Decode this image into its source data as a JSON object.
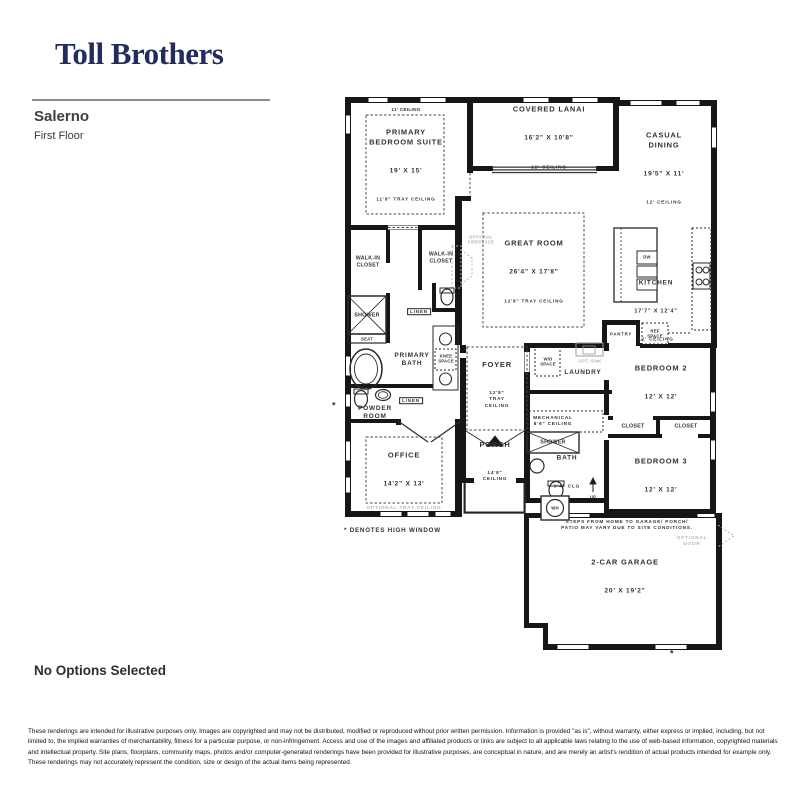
{
  "header": {
    "logo": "Toll Brothers",
    "plan_name": "Salerno",
    "floor_label": "First Floor"
  },
  "plan": {
    "rooms": {
      "primary_bedroom": {
        "name": "PRIMARY\nBEDROOM SUITE",
        "dims": "19' X 15'",
        "note": "11'8\" TRAY CEILING"
      },
      "covered_lanai": {
        "name": "COVERED LANAI",
        "dims": "16'2\" X 10'8\"",
        "note": "12' CEILING"
      },
      "casual_dining": {
        "name": "CASUAL\nDINING",
        "dims": "19'5\" X 11'",
        "note": "12' CEILING"
      },
      "great_room": {
        "name": "GREAT ROOM",
        "dims": "26'4\" X 17'8\"",
        "note": "12'8\" TRAY CEILING"
      },
      "kitchen": {
        "name": "KITCHEN",
        "dims": "17'7\" X 12'4\"",
        "note": "12' CEILING"
      },
      "office": {
        "name": "OFFICE",
        "dims": "14'2\" X 13'"
      },
      "foyer": {
        "name": "FOYER",
        "note": "12'8\"\nTRAY\nCEILING"
      },
      "porch": {
        "name": "PORCH",
        "note": "14'8\"\nCEILING"
      },
      "laundry": {
        "name": "LAUNDRY"
      },
      "primary_bath": {
        "name": "PRIMARY\nBATH"
      },
      "powder_room": {
        "name": "POWDER\nROOM"
      },
      "bath2": {
        "name": "BATH",
        "note": "9'4\" CLG"
      },
      "mechanical": {
        "name": "MECHANICAL\n8'6\" CEILING"
      },
      "bedroom2": {
        "name": "BEDROOM 2",
        "dims": "12' X 12'"
      },
      "bedroom3": {
        "name": "BEDROOM 3",
        "dims": "12' X 12'"
      },
      "garage": {
        "name": "2-CAR GARAGE",
        "dims": "20' X 19'2\""
      }
    },
    "labels": {
      "ceiling_11": "11' CEILING",
      "walk_in_closet": "WALK-IN\nCLOSET",
      "linen": "LINEN",
      "shower": "SHOWER",
      "seat": "SEAT",
      "knee_space": "KNEE\nSPACE",
      "wd_space": "W/D\nSPACE",
      "opt_sink": "OPT. SINK",
      "pantry": "PANTRY",
      "ref_space": "REF\nSPACE",
      "dw": "DW",
      "wh": "WH",
      "up": "UP",
      "closet": "CLOSET",
      "optional_fireplace": "OPTIONAL\nFIREPLACE",
      "optional_tray_ceiling": "OPTIONAL TRAY CEILING",
      "optional_door": "OPTIONAL\nDOOR",
      "asterisk": "*"
    },
    "notes": {
      "steps": "STEPS FROM HOME TO GARAGE/ PORCH/\nPATIO MAY VARY DUE TO SITE CONDITIONS.",
      "high_window": "* DENOTES HIGH WINDOW"
    }
  },
  "footer": {
    "options_label": "No Options Selected",
    "disclaimer": "These renderings are intended for illustrative purposes only. Images are copyrighted and may not be distributed, modified or reproduced without prior written permission. Information is provided \"as is\", without warranty, either express or implied, including, but not limited to, the implied warranties of merchantability, fitness for a particular purpose, or non-infringement. Access and use of the images and affiliated products or links are subject to all applicable laws relating to the use of web-based information, copyrighted materials and intellectual property. Site plans, floorplans, community maps, photos and/or computer-generated renderings have been provided for illustrative purposes, are conceptual in nature, and are merely an artist's rendition of actual products intended for example only. These renderings may not accurately represent the condition, size or design of the actual items being represented."
  },
  "colors": {
    "brand_navy": "#232c5f",
    "wall": "#161616",
    "optional_gray": "#b5b5b5"
  }
}
